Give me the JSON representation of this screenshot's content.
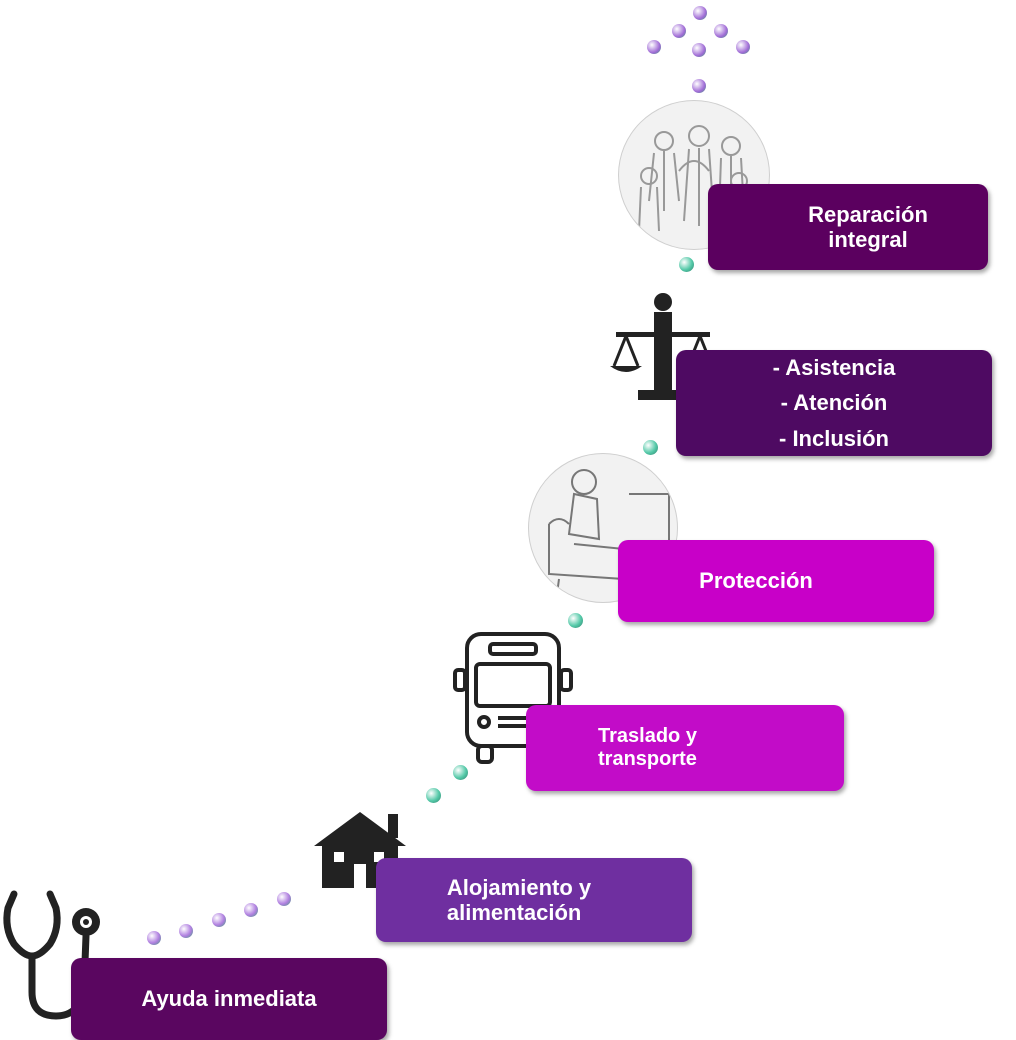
{
  "steps": {
    "reparacion": "Reparación\nintegral",
    "asistencia": [
      "- Asistencia",
      "- Atención",
      "- Inclusión"
    ],
    "proteccion": "Protección",
    "traslado": "Traslado y\ntransporte",
    "alojamiento": "Alojamiento y\nalimentación",
    "ayuda": "Ayuda inmediata"
  },
  "colors": {
    "dark_purple": "#5b005f",
    "deep_purple": "#4e0a62",
    "magenta": "#c800c8",
    "bright_magenta": "#c20cc8",
    "violet": "#6f2fa0",
    "plum": "#5a0660",
    "icon": "#222222"
  },
  "icons": [
    "people-illustration-icon",
    "scales-icon",
    "woman-in-chair-illustration-icon",
    "bus-icon",
    "house-icon",
    "stethoscope-icon"
  ]
}
